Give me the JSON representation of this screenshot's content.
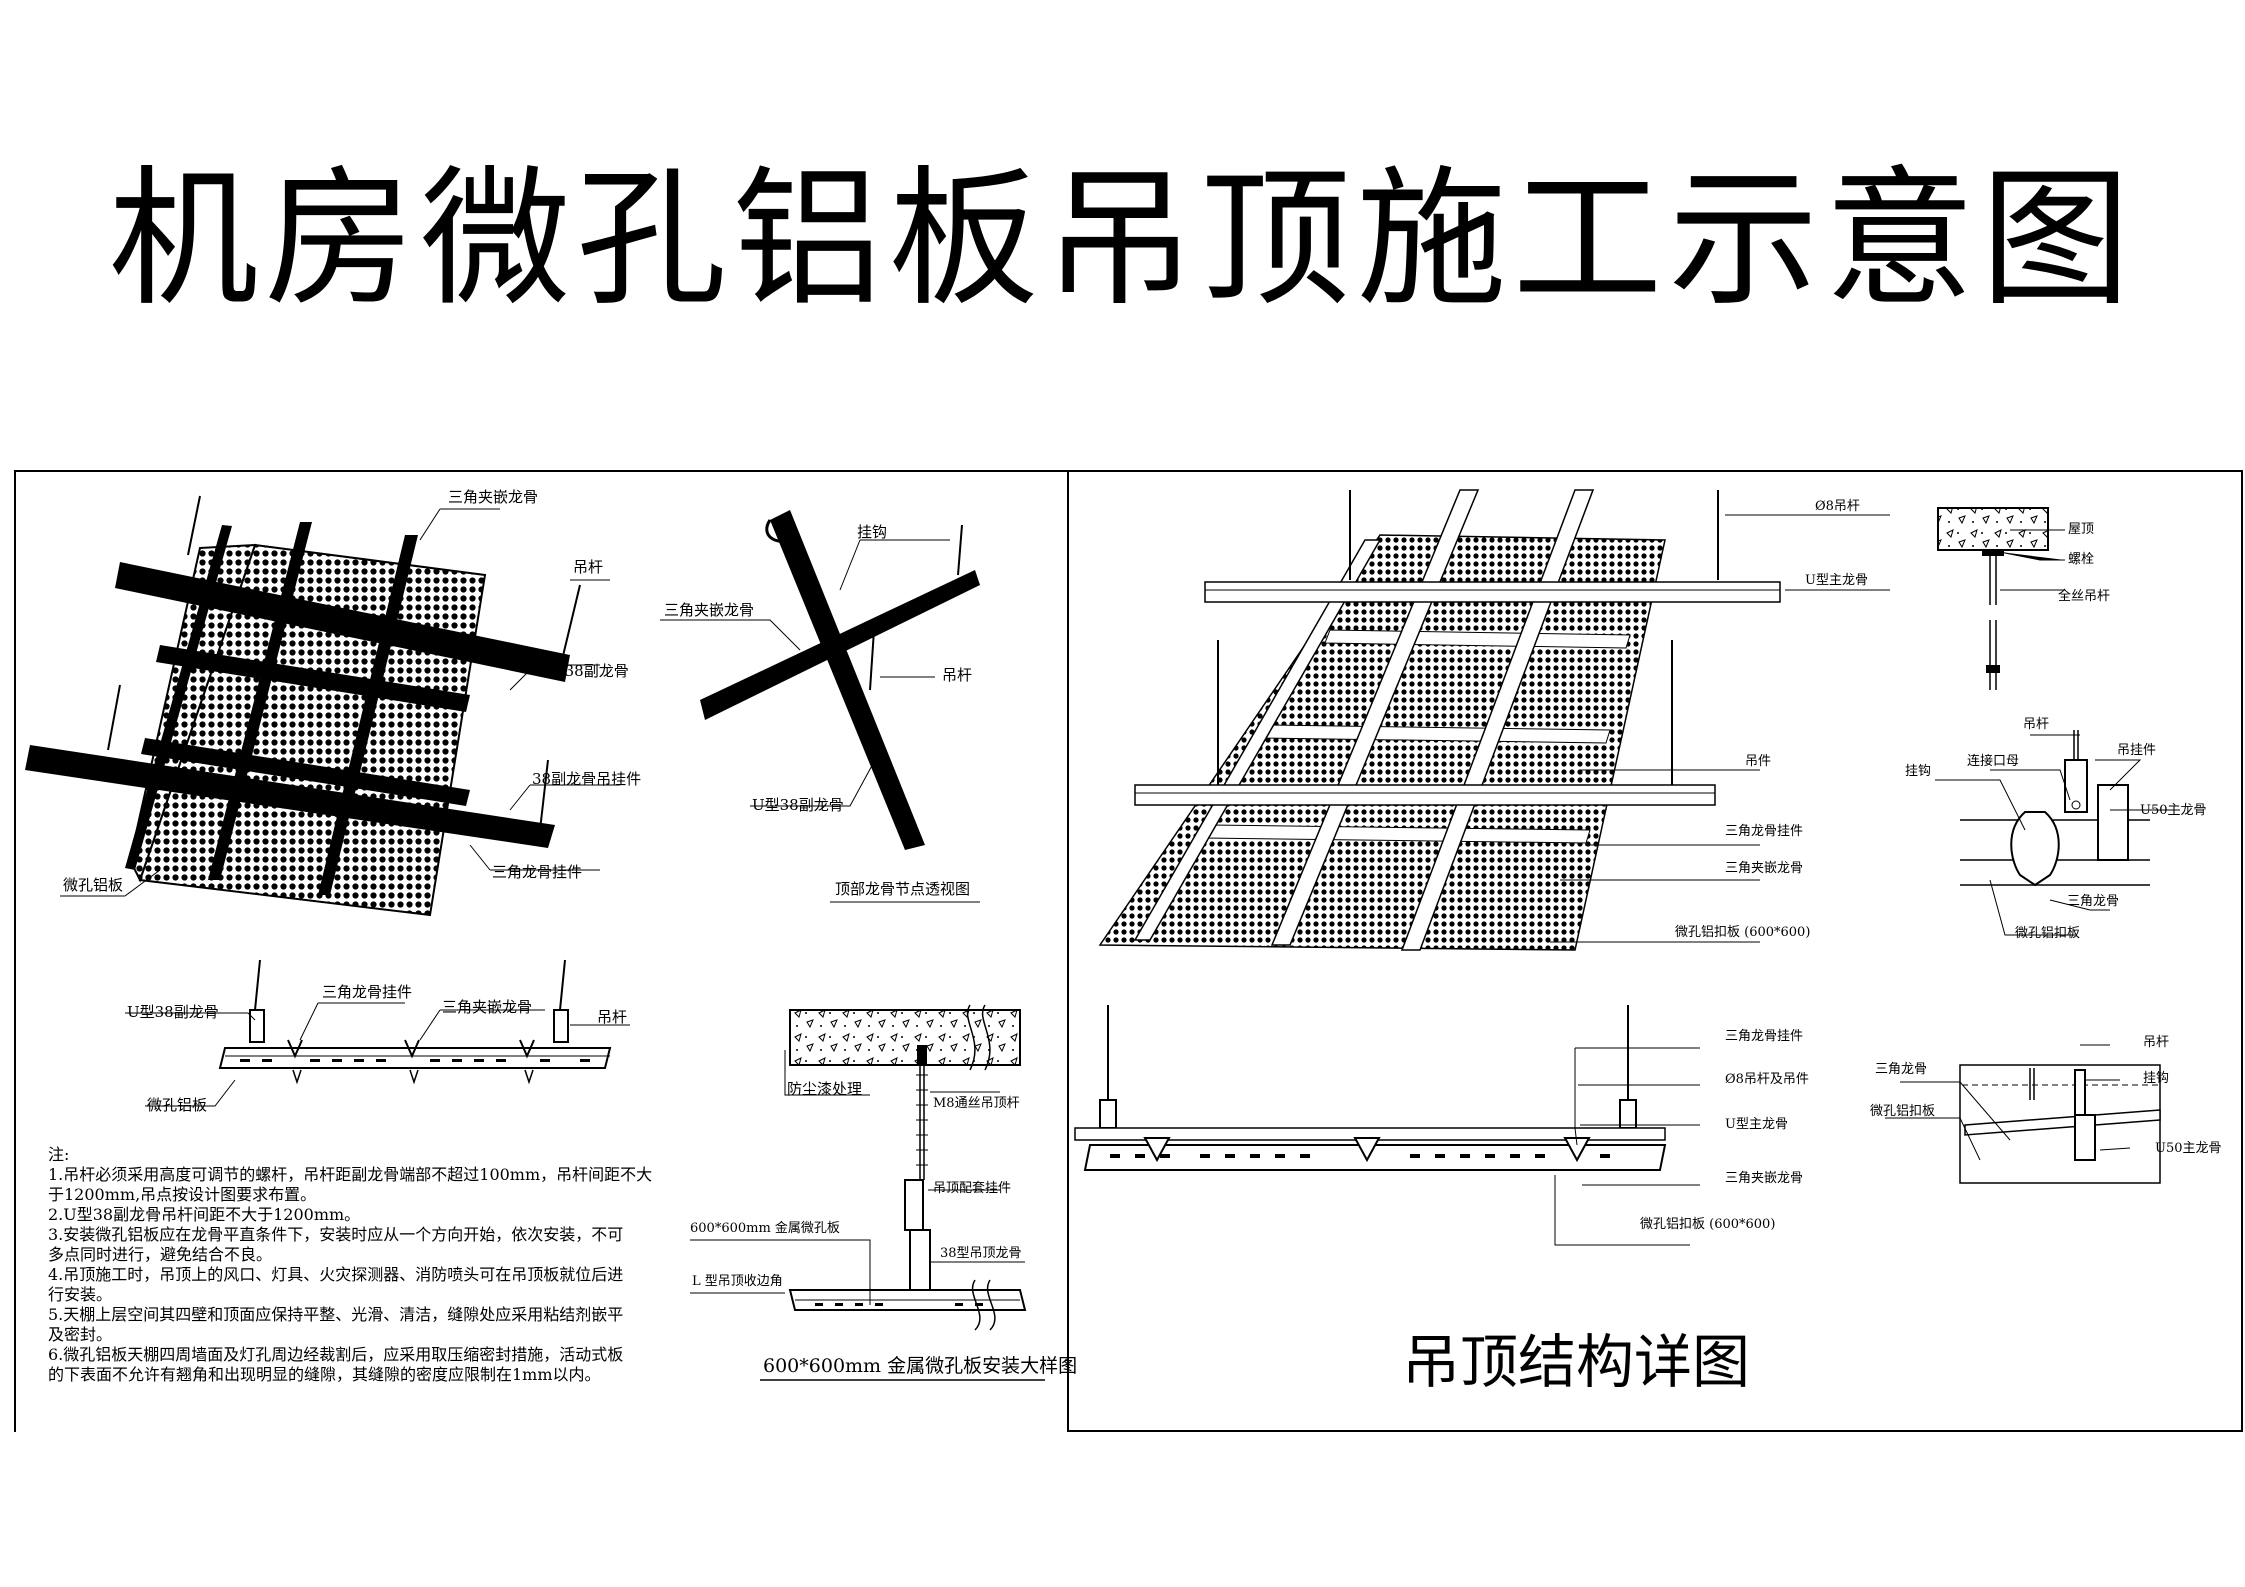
{
  "title": "机房微孔铝板吊顶施工示意图",
  "left_panel": {
    "iso_labels": {
      "triangle_clip_keel": "三角夹嵌龙骨",
      "rod": "吊杆",
      "u38_sub_keel": "U型38副龙骨",
      "sub_keel_hanger": "38副龙骨吊挂件",
      "triangle_keel_hanger": "三角龙骨挂件",
      "perforated_panel": "微孔铝板"
    },
    "node_labels": {
      "hook": "挂钩",
      "triangle_clip_keel": "三角夹嵌龙骨",
      "rod": "吊杆",
      "u38_sub_keel": "U型38副龙骨",
      "caption": "顶部龙骨节点透视图"
    },
    "section_labels": {
      "u38_sub_keel": "U型38副龙骨",
      "triangle_keel_hanger": "三角龙骨挂件",
      "triangle_clip_keel": "三角夹嵌龙骨",
      "rod": "吊杆",
      "perforated_panel": "微孔铝板"
    },
    "install_detail": {
      "dust_paint": "防尘漆处理",
      "m8_rod": "M8通丝吊顶杆",
      "hanger": "吊顶配套挂件",
      "panel_600": "600*600mm 金属微孔板",
      "keel_38": "38型吊顶龙骨",
      "edge_angle": "L 型吊顶收边角",
      "caption": "600*600mm 金属微孔板安装大样图"
    },
    "notes_title": "注:",
    "notes": [
      "1.吊杆必须采用高度可调节的螺杆，吊杆距副龙骨端部不超过100mm，吊杆间距不大",
      "   于1200mm,吊点按设计图要求布置。",
      "2.U型38副龙骨吊杆间距不大于1200mm。",
      "3.安装微孔铝板应在龙骨平直条件下，安装时应从一个方向开始，依次安装，不可",
      "   多点同时进行，避免结合不良。",
      "4.吊顶施工时，吊顶上的风口、灯具、火灾探测器、消防喷头可在吊顶板就位后进",
      "   行安装。",
      "5.天棚上层空间其四壁和顶面应保持平整、光滑、清洁，缝隙处应采用粘结剂嵌平",
      "   及密封。",
      "6.微孔铝板天棚四周墙面及灯孔周边经裁割后，应采用取压缩密封措施，活动式板",
      "   的下表面不允许有翘角和出现明显的缝隙，其缝隙的密度应限制在1mm以内。"
    ]
  },
  "right_panel": {
    "iso_labels": {
      "phi8_rod": "Ø8吊杆",
      "u_main_keel": "U型主龙骨",
      "hanger": "吊件",
      "triangle_keel_hanger": "三角龙骨挂件",
      "triangle_clip_keel": "三角夹嵌龙骨",
      "panel": "微孔铝扣板 (600*600)"
    },
    "roof_detail": {
      "roof": "屋顶",
      "bolt": "螺栓",
      "full_thread_rod": "全丝吊杆"
    },
    "joint_detail": {
      "rod": "吊杆",
      "hanger": "吊挂件",
      "nut": "连接口母",
      "hook": "挂钩",
      "u50": "U50主龙骨",
      "triangle_keel": "三角龙骨",
      "panel": "微孔铝扣板"
    },
    "section_labels": {
      "triangle_keel_hanger": "三角龙骨挂件",
      "phi8_rod_hanger": "Ø8吊杆及吊件",
      "u_main_keel": "U型主龙骨",
      "triangle_clip_keel": "三角夹嵌龙骨",
      "panel": "微孔铝扣板 (600*600)"
    },
    "small_detail": {
      "rod": "吊杆",
      "triangle_keel": "三角龙骨",
      "hook": "挂钩",
      "panel": "微孔铝扣板",
      "u50": "U50主龙骨"
    },
    "caption": "吊顶结构详图"
  }
}
